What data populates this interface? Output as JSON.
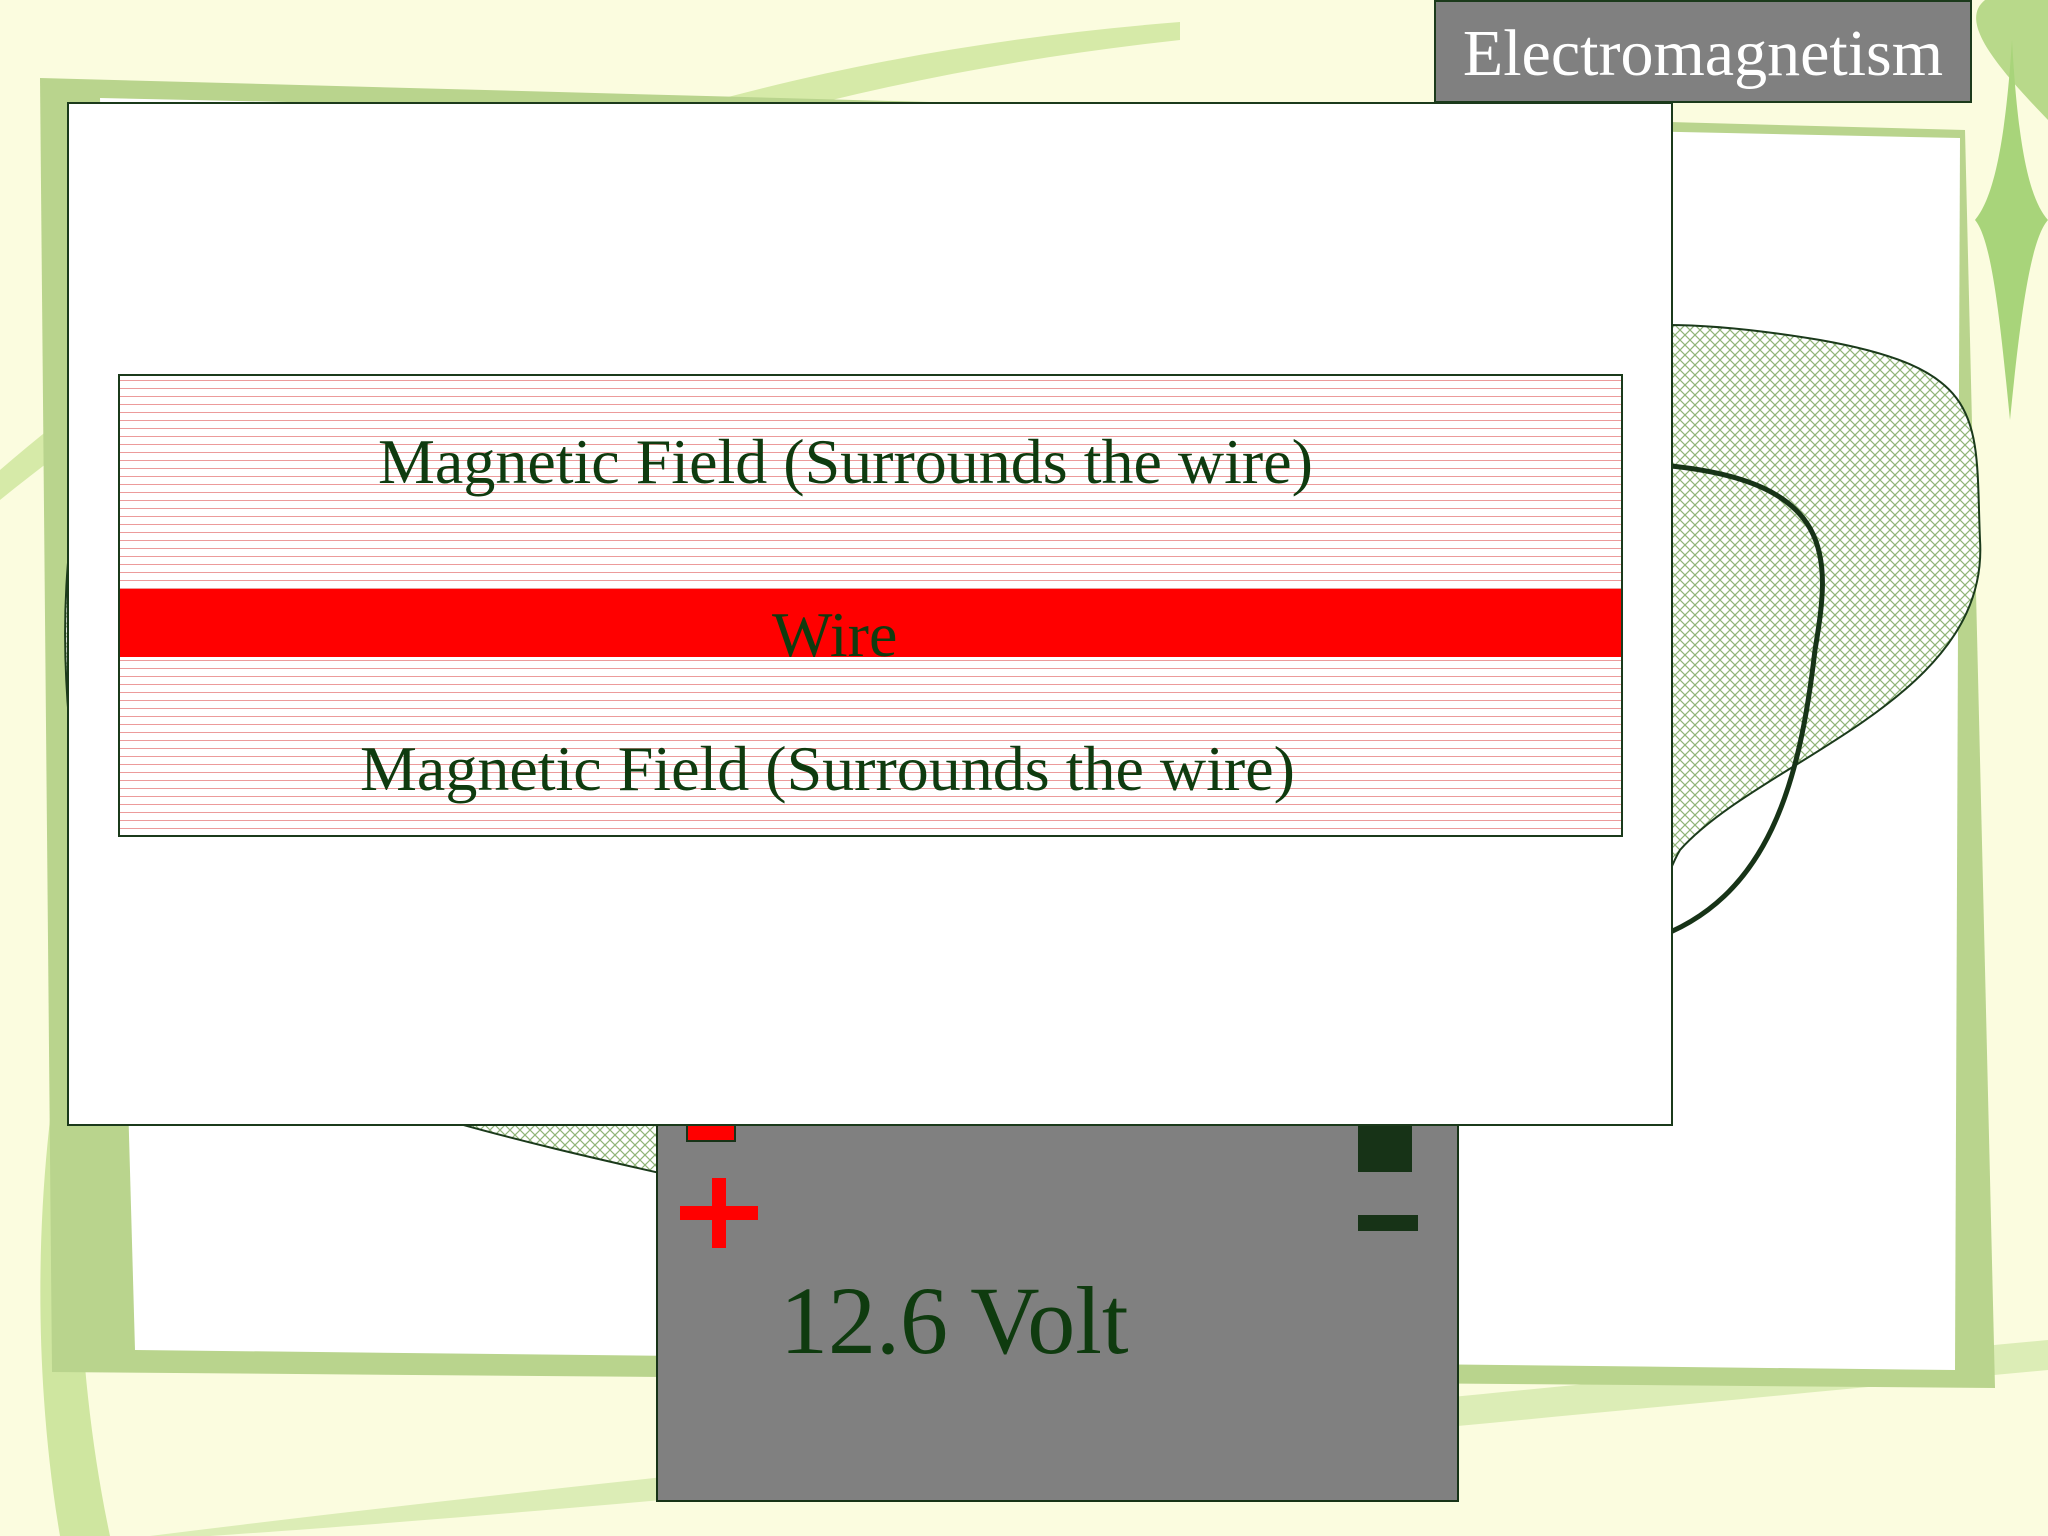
{
  "slide": {
    "title": "Electromagnetism"
  },
  "diagram": {
    "field_label_top": "Magnetic Field (Surrounds the wire)",
    "wire_label": "Wire",
    "field_label_bottom": "Magnetic Field (Surrounds the wire)"
  },
  "battery": {
    "label": "12.6 Volt"
  }
}
